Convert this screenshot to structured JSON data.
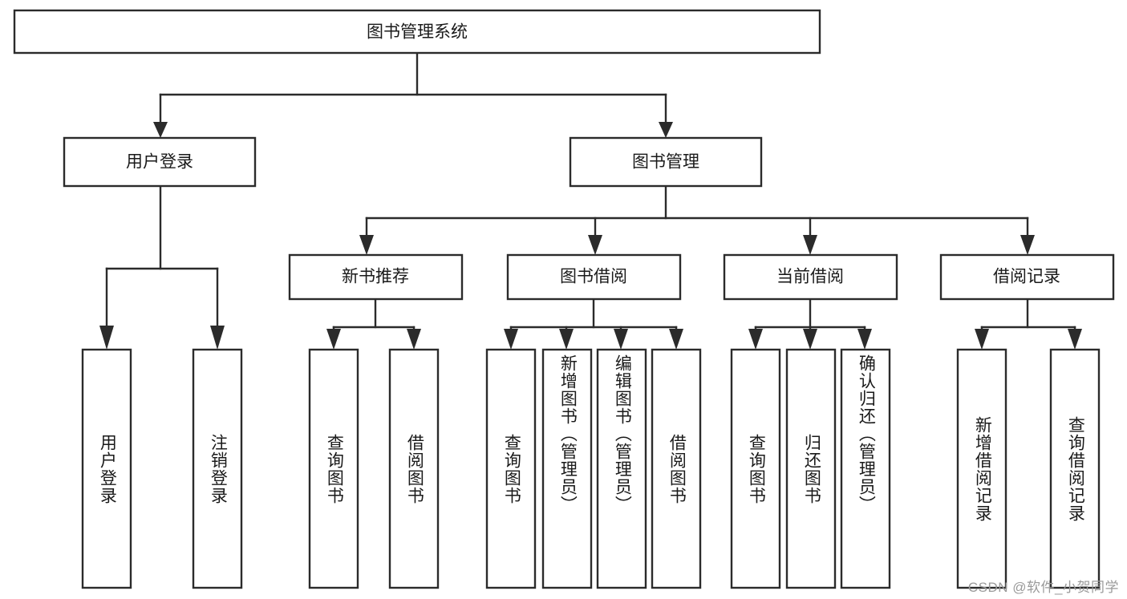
{
  "diagram": {
    "type": "tree-hierarchy-chart",
    "title": "图书管理系统",
    "watermark": "CSDN @软件_小贺同学",
    "colors": {
      "stroke": "#2b2b2b",
      "fill": "#ffffff",
      "text": "#1a1a1a",
      "watermark": "#9a9a9a",
      "background": "#ffffff"
    },
    "root": {
      "label": "图书管理系统",
      "orientation": "horizontal"
    },
    "level2": [
      {
        "label": "用户登录",
        "orientation": "horizontal"
      },
      {
        "label": "图书管理",
        "orientation": "horizontal"
      }
    ],
    "level3": [
      {
        "label": "新书推荐",
        "orientation": "horizontal",
        "parent": "图书管理"
      },
      {
        "label": "图书借阅",
        "orientation": "horizontal",
        "parent": "图书管理"
      },
      {
        "label": "当前借阅",
        "orientation": "horizontal",
        "parent": "图书管理"
      },
      {
        "label": "借阅记录",
        "orientation": "horizontal",
        "parent": "图书管理"
      }
    ],
    "leaves": [
      {
        "label": "用户登录",
        "orientation": "vertical",
        "parent": "用户登录"
      },
      {
        "label": "注销登录",
        "orientation": "vertical",
        "parent": "用户登录"
      },
      {
        "label": "查询图书",
        "orientation": "vertical",
        "parent": "新书推荐"
      },
      {
        "label": "借阅图书",
        "orientation": "vertical",
        "parent": "新书推荐"
      },
      {
        "label": "查询图书",
        "orientation": "vertical",
        "parent": "图书借阅"
      },
      {
        "label": "新增图书（管理员）",
        "orientation": "vertical",
        "parent": "图书借阅"
      },
      {
        "label": "编辑图书（管理员）",
        "orientation": "vertical",
        "parent": "图书借阅"
      },
      {
        "label": "借阅图书",
        "orientation": "vertical",
        "parent": "图书借阅"
      },
      {
        "label": "查询图书",
        "orientation": "vertical",
        "parent": "当前借阅"
      },
      {
        "label": "归还图书",
        "orientation": "vertical",
        "parent": "当前借阅"
      },
      {
        "label": "确认归还（管理员）",
        "orientation": "vertical",
        "parent": "当前借阅"
      },
      {
        "label": "新增借阅记录",
        "orientation": "vertical",
        "parent": "借阅记录"
      },
      {
        "label": "查询借阅记录",
        "orientation": "vertical",
        "parent": "借阅记录"
      }
    ]
  }
}
